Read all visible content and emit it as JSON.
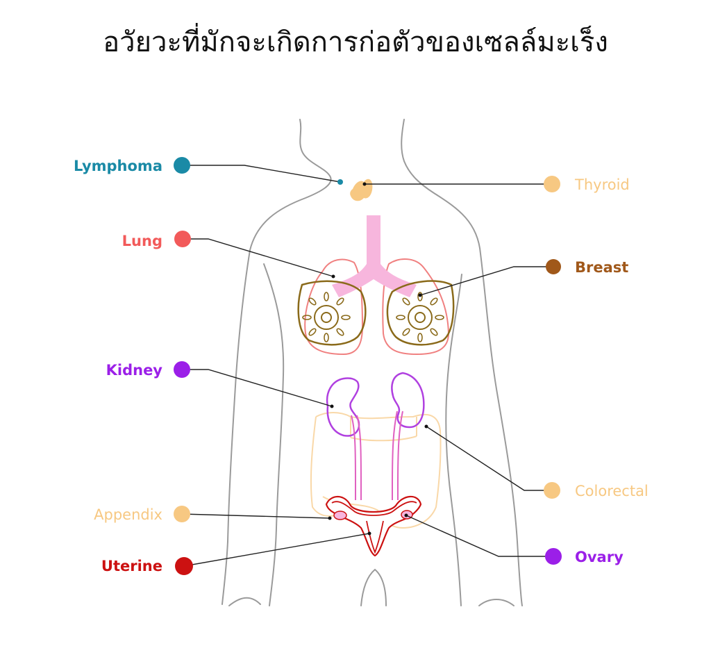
{
  "title": "อวัยวะที่มักจะเกิดการก่อตัวของเซลล์มะเร็ง",
  "labels": {
    "lymphoma": {
      "text": "Lymphoma",
      "color": "#1a8aa6"
    },
    "lung": {
      "text": "Lung",
      "color": "#f25a5a"
    },
    "kidney": {
      "text": "Kidney",
      "color": "#9b1fe8"
    },
    "appendix": {
      "text": "Appendix",
      "color": "#f7c882"
    },
    "uterine": {
      "text": "Uterine",
      "color": "#cc1111"
    },
    "thyroid": {
      "text": "Thyroid",
      "color": "#f7c882"
    },
    "breast": {
      "text": "Breast",
      "color": "#a0581a"
    },
    "colorectal": {
      "text": "Colorectal",
      "color": "#f7c882"
    },
    "ovary": {
      "text": "Ovary",
      "color": "#9b1fe8"
    }
  },
  "colors": {
    "body_outline": "#9a9a9a",
    "trachea": "#f7b6dd",
    "lung_outline": "#f08080",
    "breast": "#8a6a1a",
    "kidney": "#b040e0",
    "ureter": "#e060c0",
    "colon": "#f9d8a8",
    "uterus": "#cc1111",
    "ovary": "#f7b6dd",
    "thyroid": "#f7c882",
    "leader": "#222222"
  }
}
